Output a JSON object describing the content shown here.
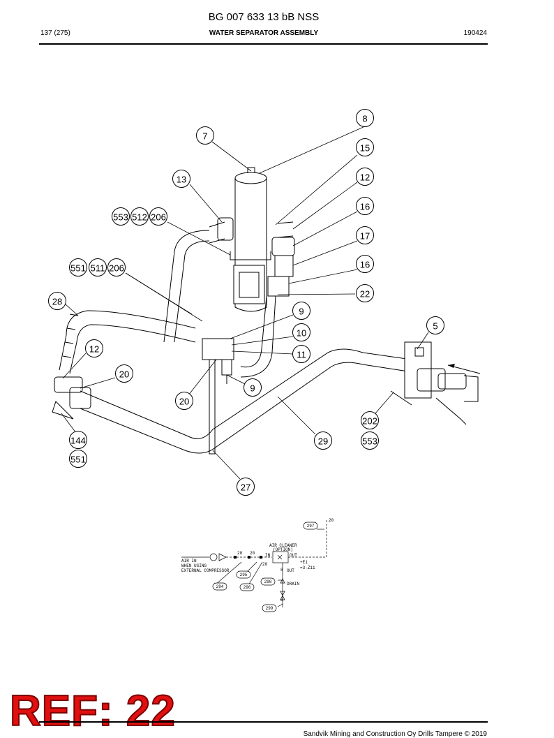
{
  "header": {
    "document_title": "BG 007 633 13 bB NSS",
    "page": "137 (275)",
    "section_title": "WATER SEPARATOR ASSEMBLY",
    "date_code": "190424"
  },
  "callouts": [
    "8",
    "7",
    "15",
    "13",
    "12",
    "16",
    "553",
    "512",
    "206",
    "17",
    "551",
    "511",
    "206",
    "16",
    "22",
    "28",
    "9",
    "5",
    "10",
    "11",
    "12",
    "20",
    "9",
    "20",
    "202",
    "144",
    "29",
    "553",
    "551",
    "27"
  ],
  "schematic": {
    "labels": {
      "air_in": "AIR IN",
      "when_using": "WHEN USING",
      "external_compressor": "EXTERNAL COMPRESSOR",
      "air_cleaner": "AIR CLEANER",
      "option": "(OPTION)",
      "in": "IN",
      "out": "OUT",
      "out2": "OUT",
      "drain": "DRAIN",
      "e1": "+E1",
      "z11": "=3-Z11",
      "pipe_20a": "20",
      "pipe_20b": "20",
      "pipe_20c": "20",
      "pipe_20d": "20",
      "pipe_8a": "8",
      "pipe_8b": "8"
    },
    "tags": [
      "297",
      "294",
      "295",
      "296",
      "298",
      "299"
    ]
  },
  "stamp": "REF: 22",
  "footer": "Sandvik Mining and Construction Oy Drills Tampere © 2019"
}
